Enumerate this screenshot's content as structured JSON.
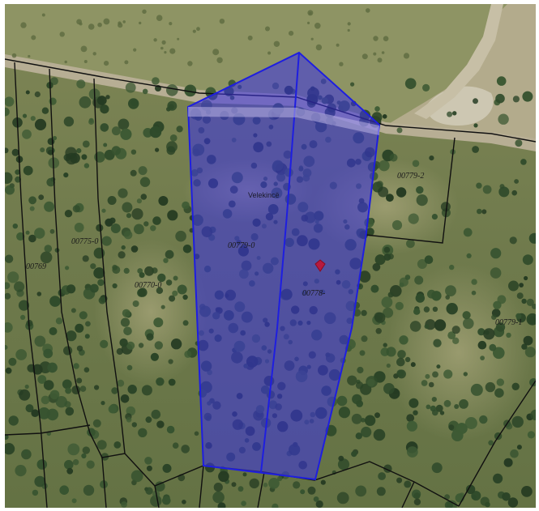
{
  "map": {
    "place_name": "Velekincë",
    "parcels": [
      {
        "id": "00779-2",
        "label": "00779-2"
      },
      {
        "id": "00779-1",
        "label": "00779-1"
      },
      {
        "id": "00779-0",
        "label": "00779-0"
      },
      {
        "id": "00775-0",
        "label": "00775-0"
      },
      {
        "id": "00778",
        "label": "00778-"
      },
      {
        "id": "00770-0",
        "label": "00770-0"
      },
      {
        "id": "00769",
        "label": "00769"
      }
    ],
    "colors": {
      "selection_fill": "#3a32e6",
      "selection_stroke": "#1e1ee0",
      "parcel_line": "#101010",
      "marker": "#c8102e"
    },
    "icons": {
      "marker": "map-pin-icon"
    }
  }
}
